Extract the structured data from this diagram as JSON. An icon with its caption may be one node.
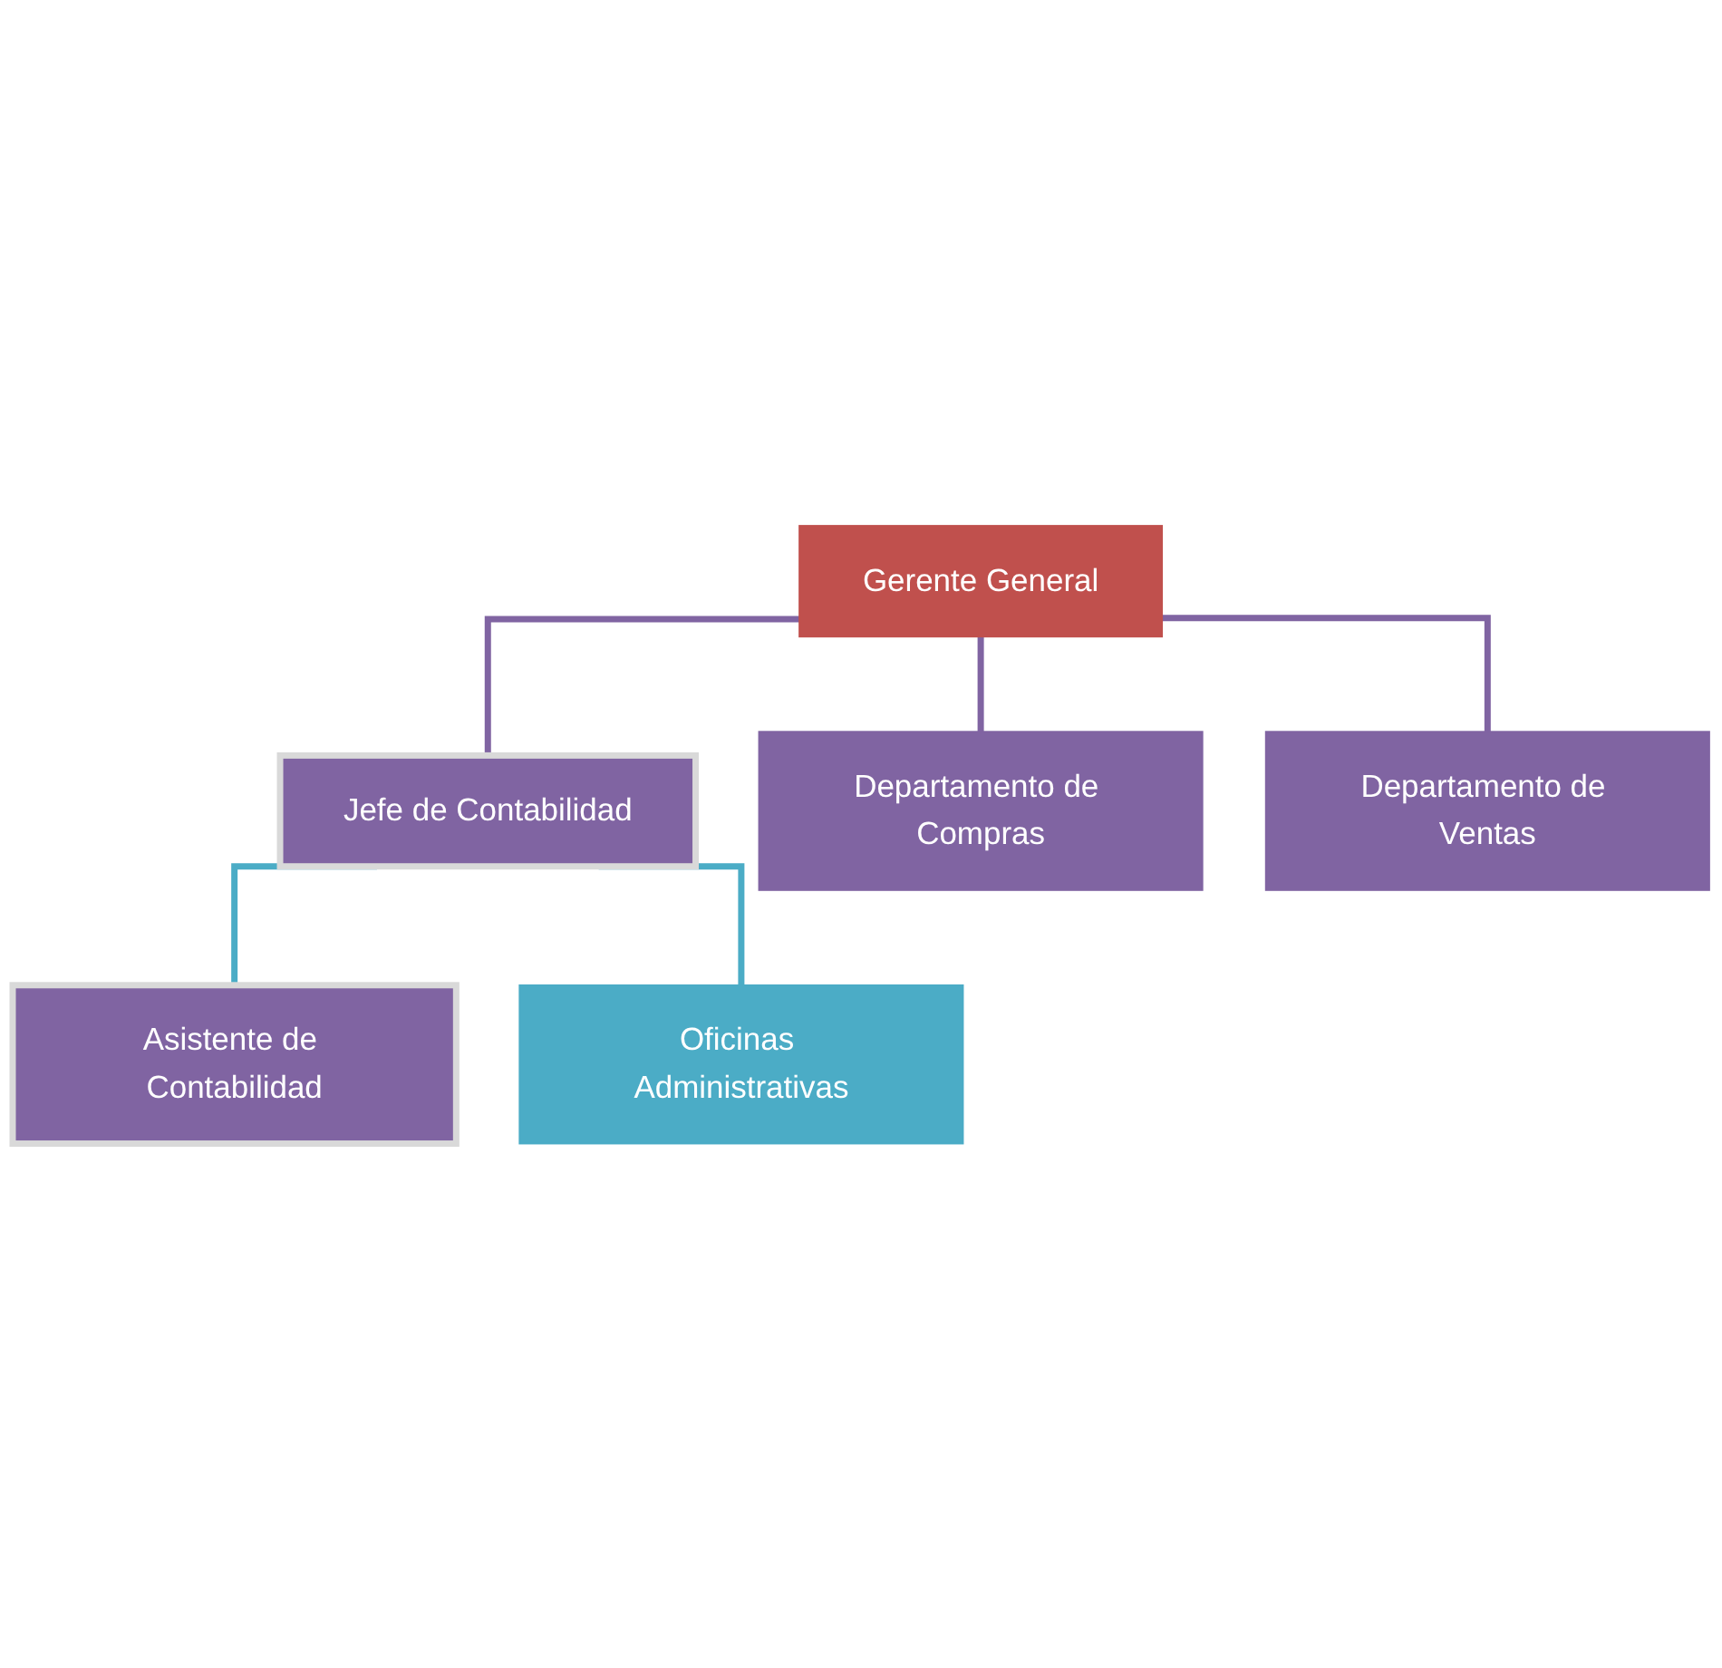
{
  "diagram": {
    "nodes": [
      {
        "text": [
          "Gerente General"
        ]
      },
      {
        "text": [
          "Jefe de Contabilidad"
        ]
      },
      {
        "text": [
          "Asistente de Contabilidad"
        ]
      },
      {
        "text": [
          "Oficinas Administrativas"
        ]
      },
      {
        "text": [
          "Departamento de Compras"
        ]
      },
      {
        "text": [
          "Departamento de Ventas"
        ]
      }
    ],
    "edges": [
      {
        "from": 0,
        "to": 1,
        "arrow": "none"
      },
      {
        "from": 1,
        "to": 2,
        "arrow": "none",
        "color": "#4bacc6"
      },
      {
        "from": 1,
        "to": 3,
        "arrow": "none",
        "color": "#4bacc6"
      },
      {
        "from": 0,
        "to": 4,
        "arrow": "none"
      },
      {
        "from": 0,
        "to": 5,
        "arrow": "none"
      }
    ]
  }
}
